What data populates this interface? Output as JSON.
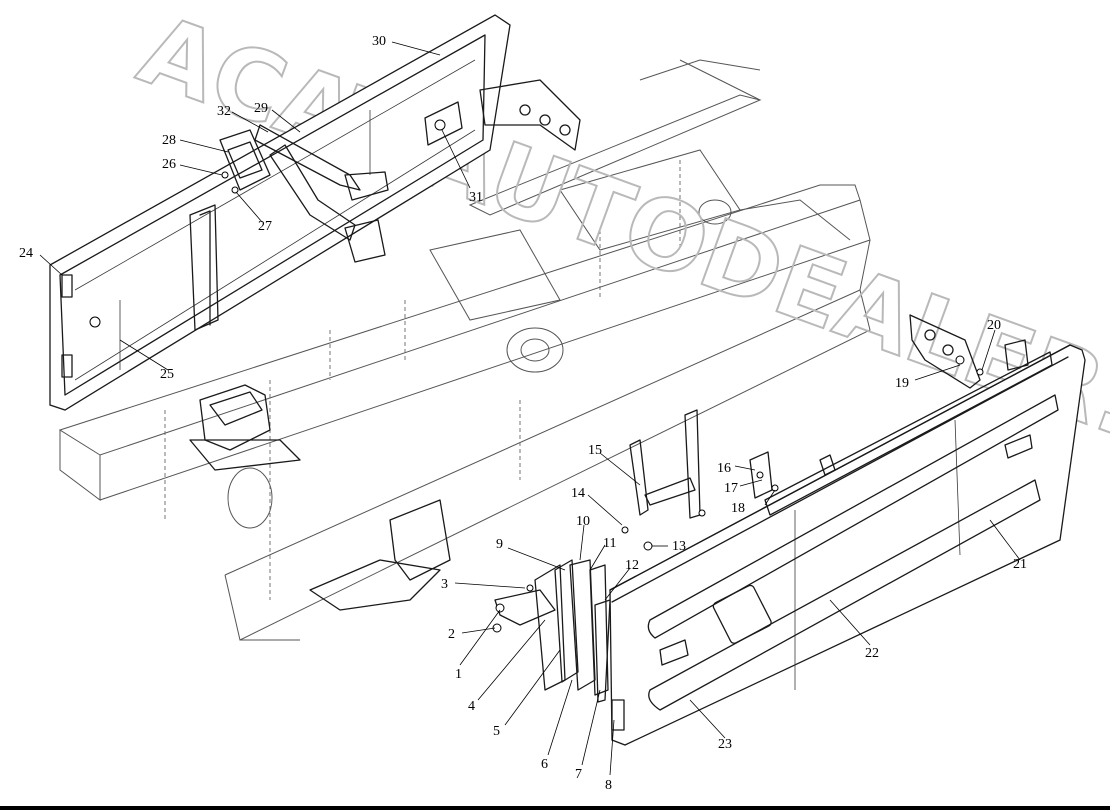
{
  "watermark": "ACAT.AUTODEALER.RU",
  "callouts": [
    "1",
    "2",
    "3",
    "4",
    "5",
    "6",
    "7",
    "8",
    "9",
    "10",
    "11",
    "12",
    "13",
    "14",
    "15",
    "16",
    "17",
    "18",
    "19",
    "20",
    "21",
    "22",
    "23",
    "24",
    "25",
    "26",
    "27",
    "28",
    "29",
    "30",
    "31",
    "32"
  ]
}
